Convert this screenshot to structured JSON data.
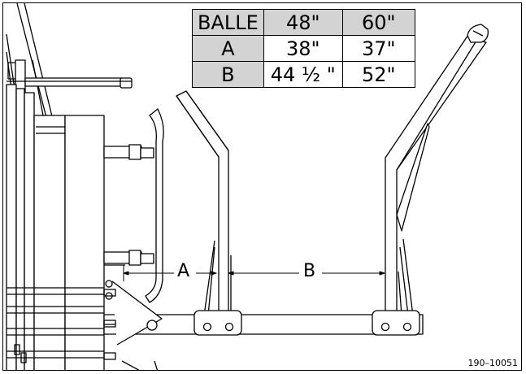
{
  "table": {
    "rows": [
      [
        "BALLE",
        "48\"",
        "60\""
      ],
      [
        "A",
        "38\"",
        "37\""
      ],
      [
        "B",
        "44 ½ \"",
        "52\""
      ]
    ]
  },
  "dimensions": {
    "a_label": "A",
    "b_label": "B"
  },
  "reference_code": "190–10051",
  "colors": {
    "header_fill": "#d3d3d3",
    "line": "#000000"
  }
}
